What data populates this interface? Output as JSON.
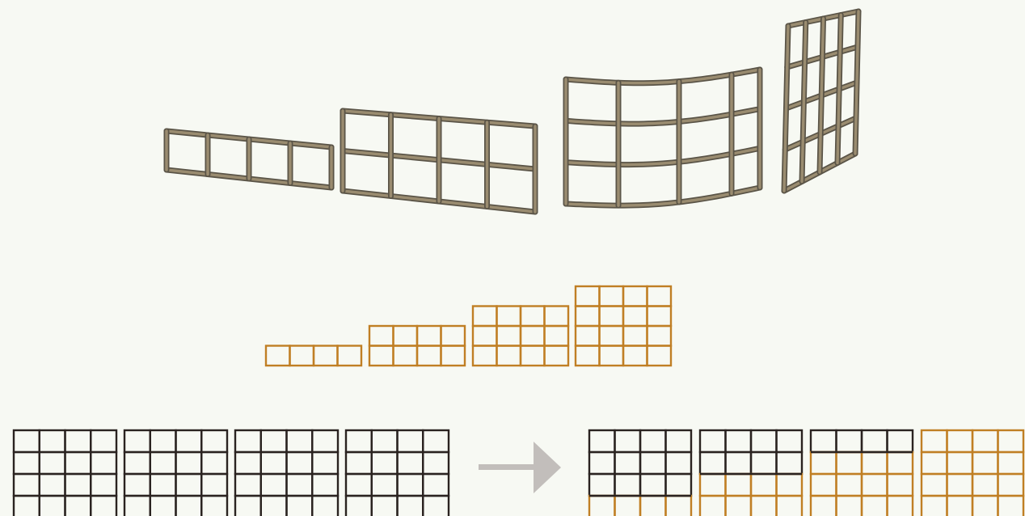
{
  "colors": {
    "background": "#f7f9f3",
    "frame_stroke": "#5a5447",
    "frame_fill": "#9a8c70",
    "orange": "#c07f24",
    "dark": "#2a2320",
    "arrow": "#c2bebb"
  },
  "perspective_frames": [
    {
      "cols": 4,
      "rows": 1
    },
    {
      "cols": 4,
      "rows": 2
    },
    {
      "cols": 4,
      "rows": 3,
      "curved": true
    },
    {
      "cols": 4,
      "rows": 4
    }
  ],
  "growth_grids": [
    {
      "cols": 4,
      "rows": 1
    },
    {
      "cols": 4,
      "rows": 2
    },
    {
      "cols": 4,
      "rows": 3
    },
    {
      "cols": 4,
      "rows": 4
    }
  ],
  "before_grids": [
    {
      "cols": 4,
      "rows": 4,
      "dark_rows": 4
    },
    {
      "cols": 4,
      "rows": 4,
      "dark_rows": 4
    },
    {
      "cols": 4,
      "rows": 4,
      "dark_rows": 4
    },
    {
      "cols": 4,
      "rows": 4,
      "dark_rows": 4
    }
  ],
  "after_grids": [
    {
      "cols": 4,
      "rows": 4,
      "dark_rows": 3
    },
    {
      "cols": 4,
      "rows": 4,
      "dark_rows": 2
    },
    {
      "cols": 4,
      "rows": 4,
      "dark_rows": 1
    },
    {
      "cols": 4,
      "rows": 4,
      "dark_rows": 0
    }
  ],
  "arrow_icon": "right-arrow-icon"
}
